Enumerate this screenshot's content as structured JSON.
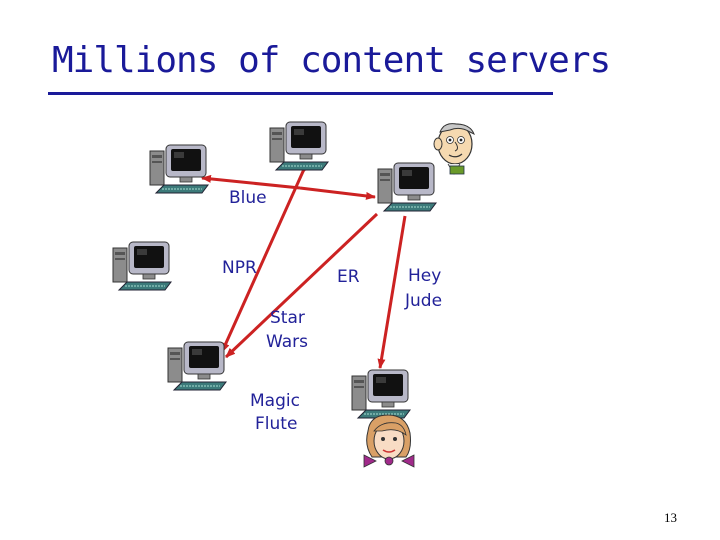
{
  "slide": {
    "title": "Millions of content servers",
    "page_number": "13"
  },
  "labels": {
    "blue": "Blue",
    "npr": "NPR",
    "er": "ER",
    "hey": "Hey",
    "jude": "Jude",
    "star": "Star",
    "wars": "Wars",
    "magic": "Magic",
    "flute": "Flute"
  },
  "colors": {
    "title": "#1a1a99",
    "arrow": "#cc2222",
    "label_text": "#222299"
  },
  "icons": {
    "computer": "desktop-computer-icon",
    "user_male": "cartoon-man-icon",
    "user_female": "cartoon-woman-icon"
  }
}
